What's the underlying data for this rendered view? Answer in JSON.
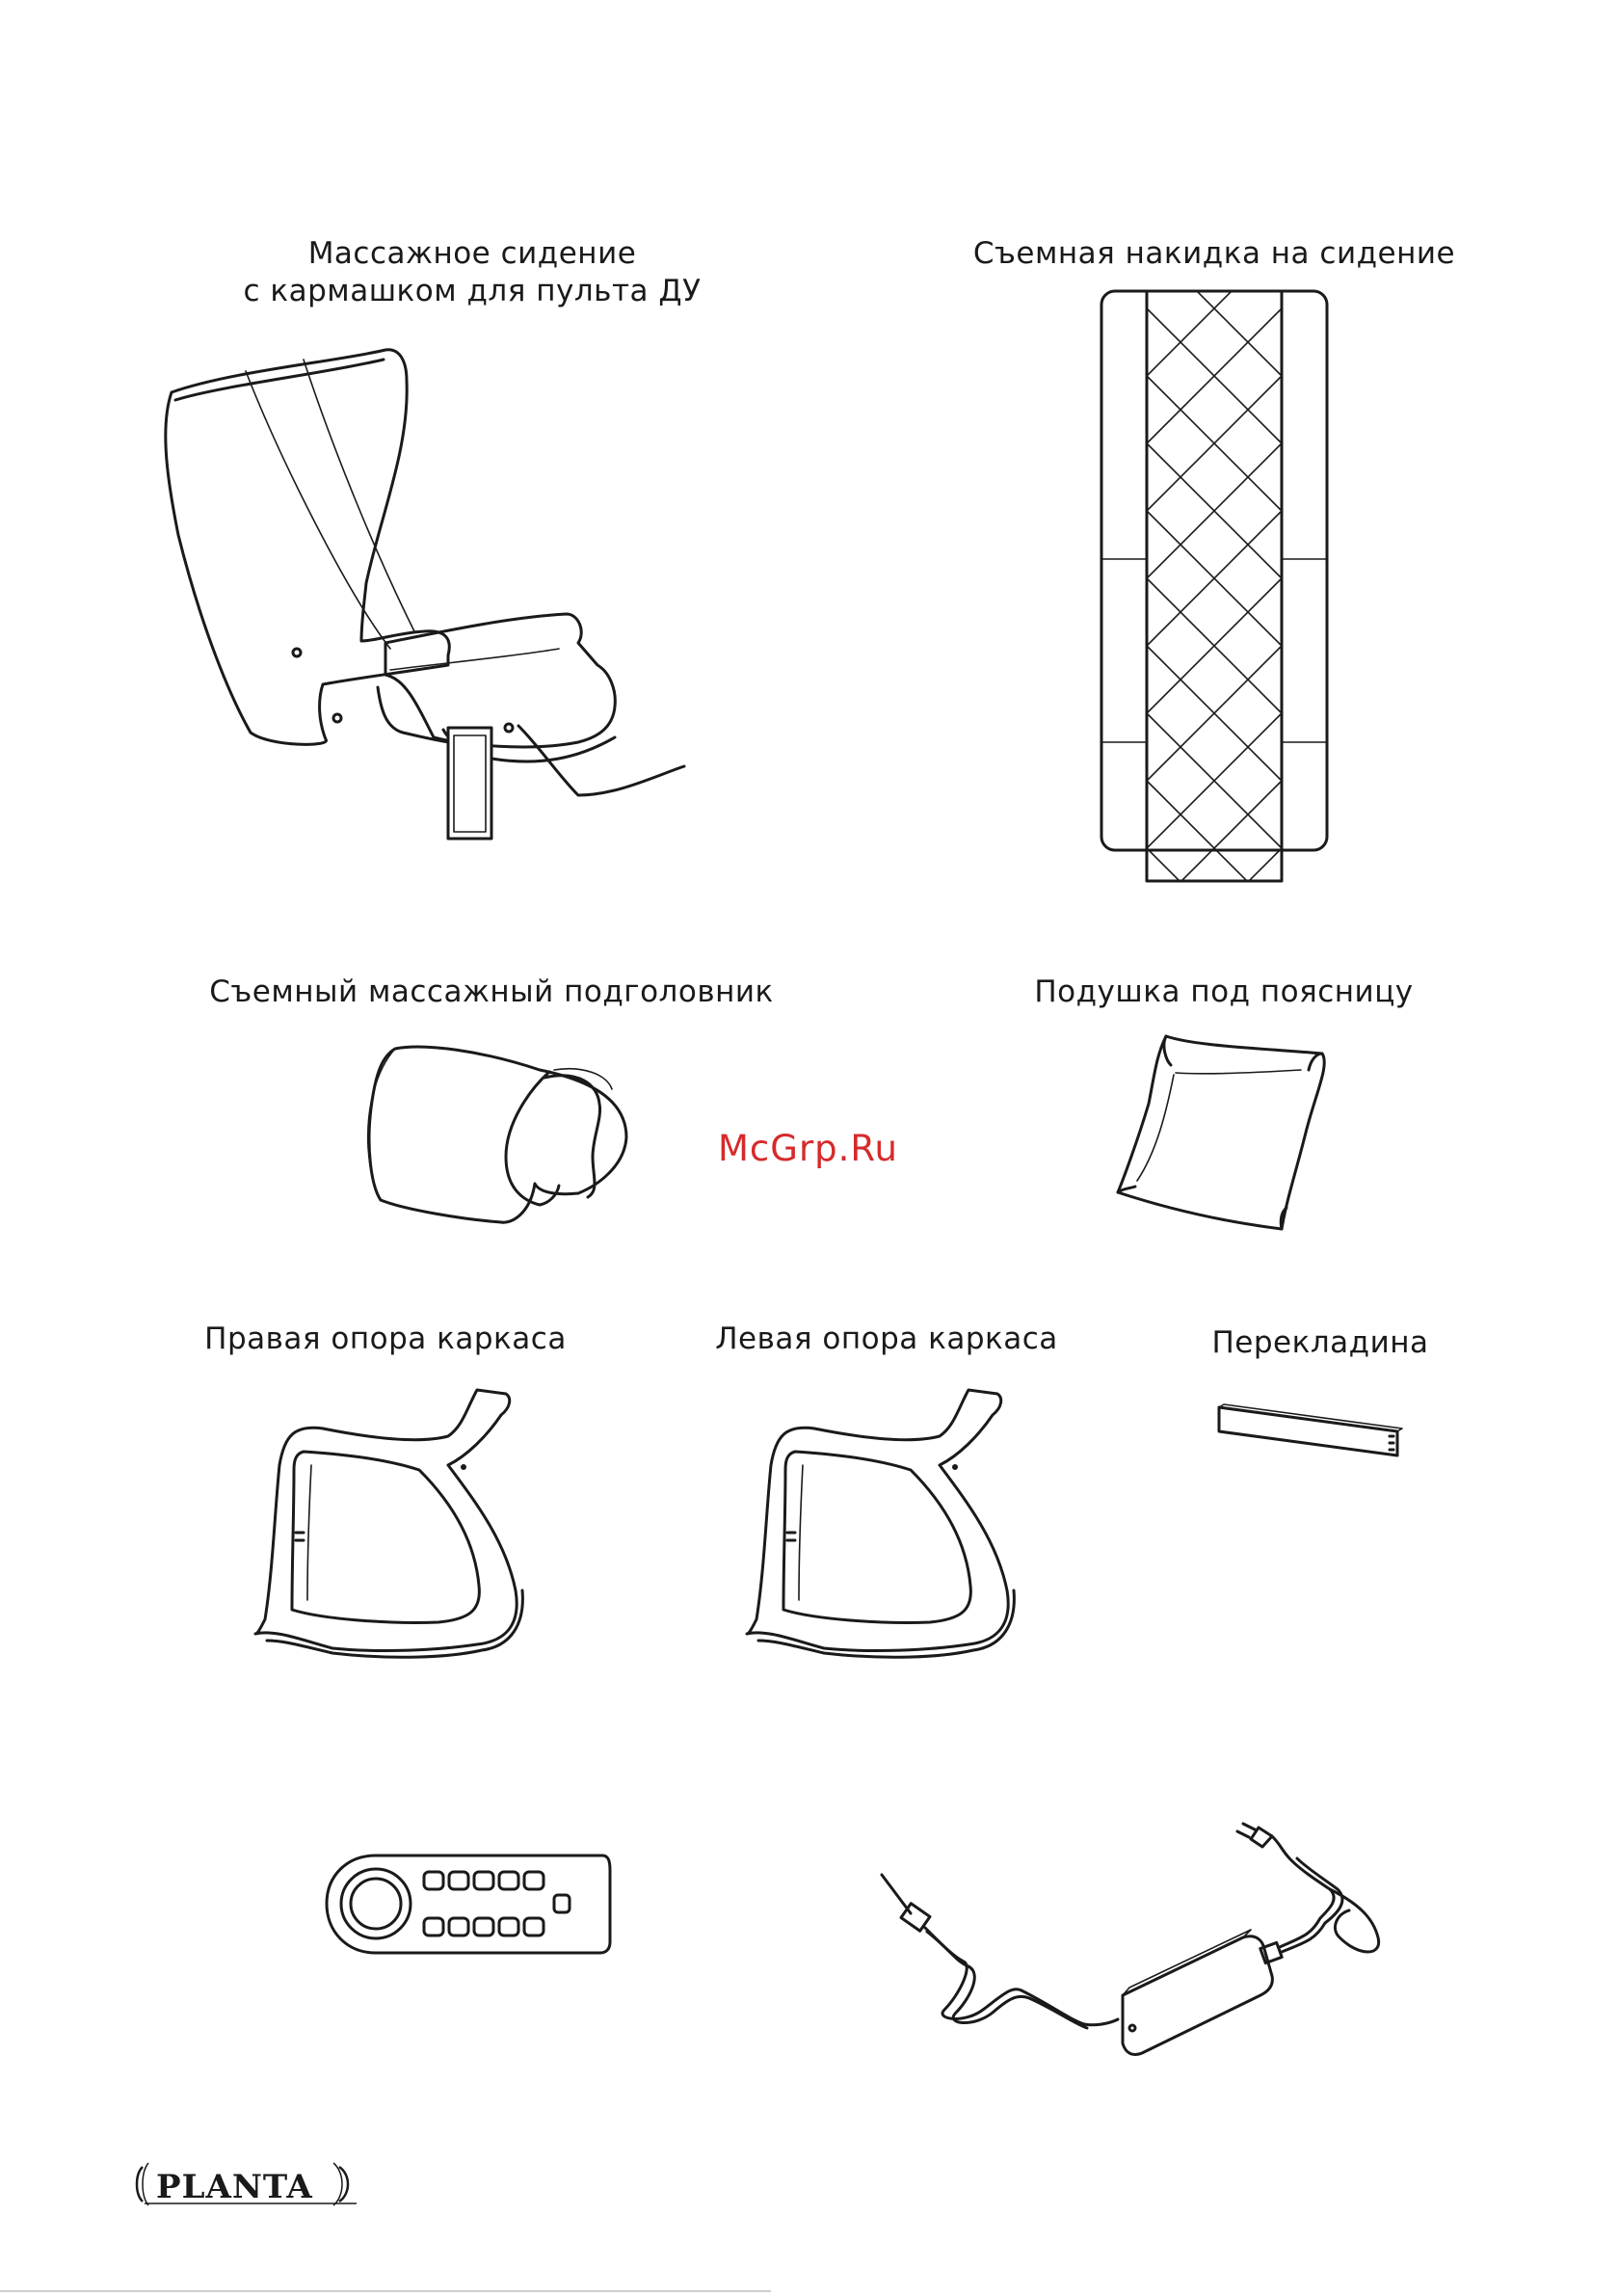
{
  "items": {
    "seat": {
      "line1": "Массажное сидение",
      "line2": "с кармашком для пульта ДУ"
    },
    "cover": {
      "label": "Съемная накидка на сидение"
    },
    "headrest": {
      "label": "Съемный массажный подголовник"
    },
    "pillow": {
      "label": "Подушка под поясницу"
    },
    "right_support": {
      "label": "Правая опора каркаса"
    },
    "left_support": {
      "label": "Левая опора каркаса"
    },
    "crossbar": {
      "label": "Перекладина"
    }
  },
  "watermark": "McGrp.Ru",
  "logo": {
    "text": "SPLANTAS"
  },
  "icons": [
    "massage-seat-illustration",
    "seat-cover-illustration",
    "headrest-illustration",
    "pillow-illustration",
    "right-frame-support-illustration",
    "left-frame-support-illustration",
    "crossbar-illustration",
    "remote-control-illustration",
    "power-adapter-illustration"
  ],
  "colors": {
    "line": "#1a1a1a",
    "watermark": "#d62a2a",
    "background": "#ffffff"
  }
}
